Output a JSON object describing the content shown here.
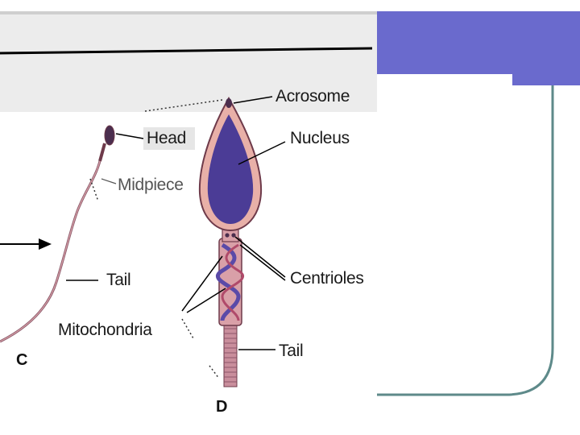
{
  "colors": {
    "accent": "#6A6ACD",
    "frame": "#5E8A8A",
    "cell_fill": "#D9A0A8",
    "cell_outline": "#6E3A4A",
    "nucleus": "#4B3C96",
    "label_highlight": "#E6E6E6"
  },
  "diagram": {
    "panel_c": {
      "letter": "C",
      "labels": {
        "head": "Head",
        "midpiece": "Midpiece",
        "tail": "Tail"
      }
    },
    "panel_d": {
      "letter": "D",
      "labels": {
        "acrosome": "Acrosome",
        "nucleus": "Nucleus",
        "centrioles": "Centrioles",
        "mitochondria": "Mitochondria",
        "tail": "Tail"
      }
    }
  }
}
